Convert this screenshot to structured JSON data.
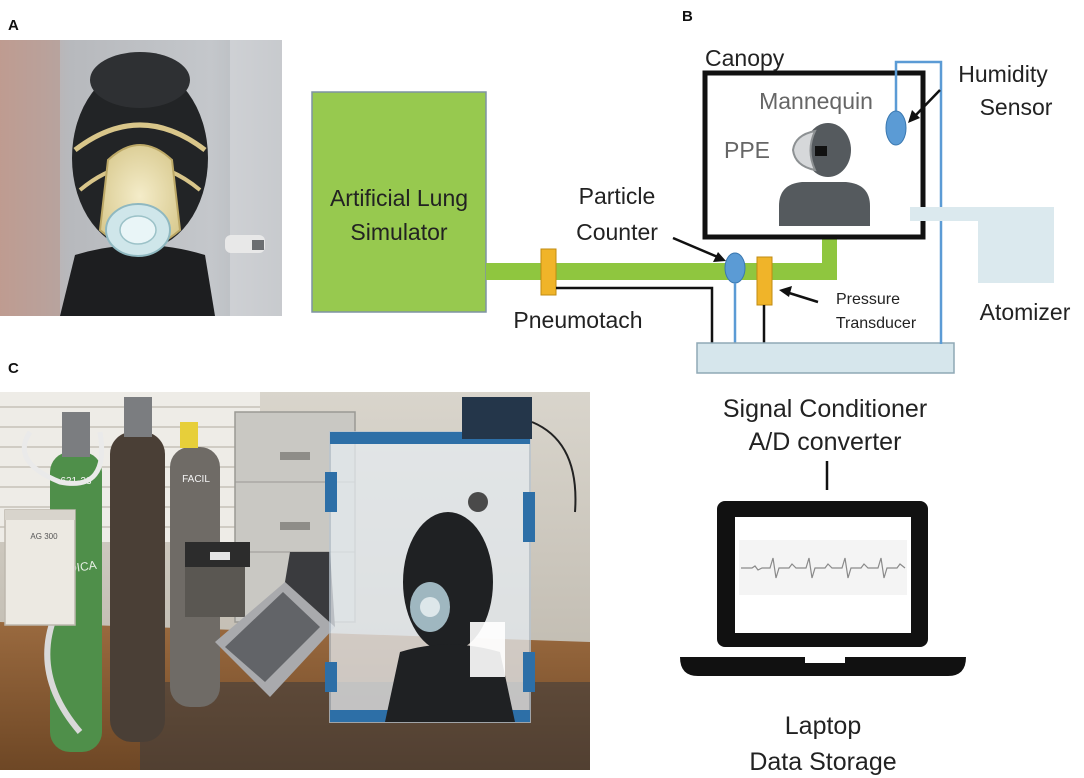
{
  "panels": {
    "a": "A",
    "b": "B",
    "c": "C"
  },
  "diagram": {
    "lung_simulator_line1": "Artificial Lung",
    "lung_simulator_line2": "Simulator",
    "pneumotach": "Pneumotach",
    "particle_counter_line1": "Particle",
    "particle_counter_line2": "Counter",
    "pressure_transducer_line1": "Pressure",
    "pressure_transducer_line2": "Transducer",
    "canopy": "Canopy",
    "mannequin": "Mannequin",
    "ppe": "PPE",
    "humidity_sensor_line1": "Humidity",
    "humidity_sensor_line2": "Sensor",
    "atomizer": "Atomizer",
    "signal_conditioner_line1": "Signal Conditioner",
    "signal_conditioner_line2": "A/D converter",
    "laptop_line1": "Laptop",
    "laptop_line2": "Data Storage"
  },
  "photo_c": {
    "cylinder_label": "MEDICA",
    "cylinder_tag1": "621-23",
    "cylinder_tag2": "FACIL",
    "device_label": "AG 300"
  },
  "colors": {
    "lung_green": "#97c94f",
    "tube_green": "#8fc63f",
    "sensor_blue": "#5b9bd5",
    "pneumotach_orange": "#f0b429",
    "conditioner_fill": "#d6e6ec",
    "atomizer_fill": "#dbe9ee",
    "mannequin_gray": "#555a5e"
  }
}
